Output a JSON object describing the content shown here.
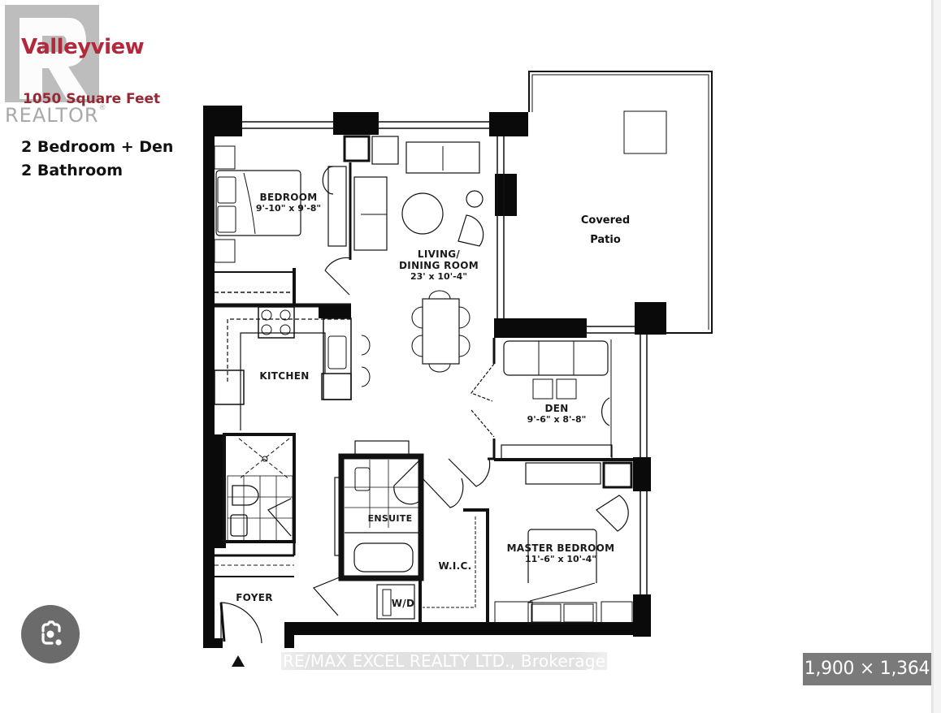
{
  "listing": {
    "title": "Valleyview",
    "square_feet": "1050 Square Feet",
    "bedrooms_line": "2 Bedroom + Den",
    "bathrooms_line": "2 Bathroom",
    "title_color": "#b3283a",
    "sqft_color": "#9a2633"
  },
  "realtor_logo": {
    "text": "REALTOR",
    "mark": "®"
  },
  "rooms": {
    "bedroom": {
      "name": "BEDROOM",
      "dims": "9'-10\" x 9'-8\""
    },
    "living": {
      "name_line1": "LIVING/",
      "name_line2": "DINING ROOM",
      "dims": "23' x 10'-4\""
    },
    "patio": {
      "line1": "Covered",
      "line2": "Patio"
    },
    "kitchen": {
      "name": "KITCHEN"
    },
    "den": {
      "name": "DEN",
      "dims": "9'-6\" x 8'-8\""
    },
    "ensuite": {
      "name": "ENSUITE"
    },
    "wic": {
      "name": "W.I.C."
    },
    "master": {
      "name": "MASTER BEDROOM",
      "dims": "11'-6\" x 10'-4\""
    },
    "foyer": {
      "name": "FOYER"
    },
    "laundry": {
      "name": "W/D"
    }
  },
  "watermark": {
    "text": "RE/MAX EXCEL REALTY LTD., Brokerage"
  },
  "viewer": {
    "image_dimensions": "1,900 × 1,364",
    "lens_icon": "camera-search-icon",
    "badge_color": "#7a7a7a",
    "lens_button_color": "#6b6b6b"
  }
}
